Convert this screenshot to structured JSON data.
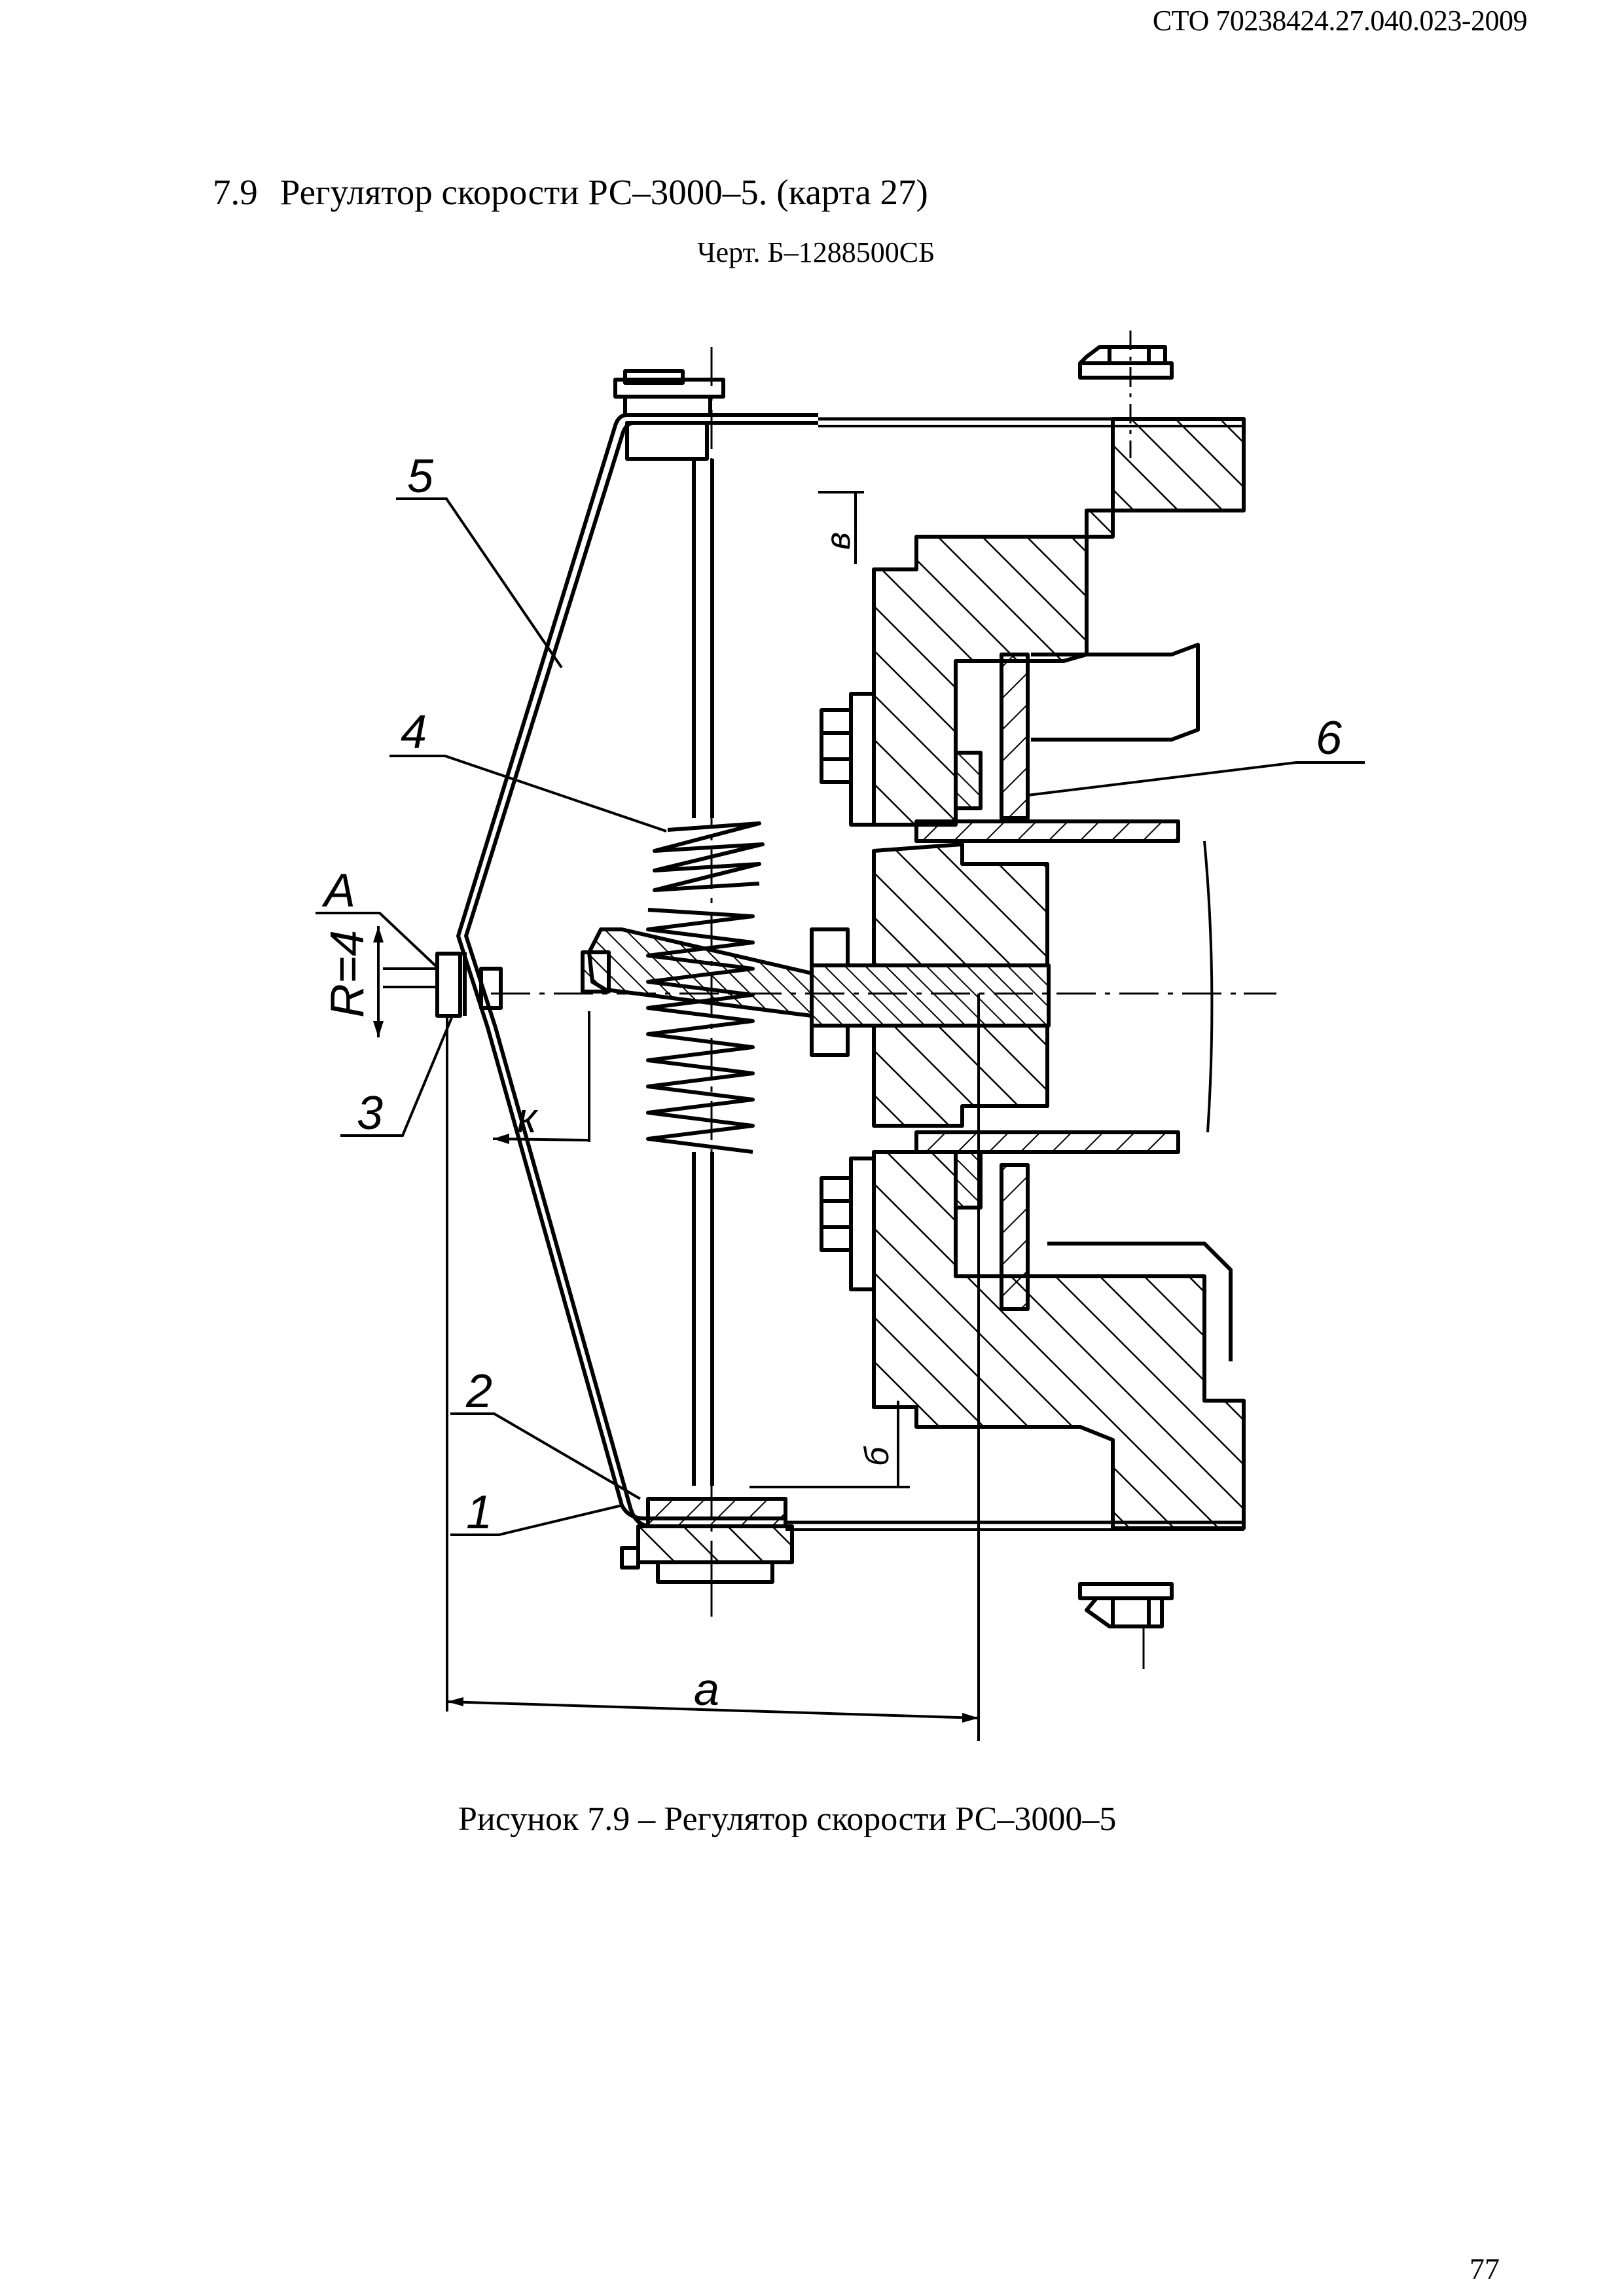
{
  "header": {
    "doc_code": "СТО 70238424.27.040.023-2009"
  },
  "section": {
    "number": "7.9",
    "title": "Регулятор скорости РС–3000–5. (карта 27)",
    "drawing_ref": "Черт. Б–1288500СБ"
  },
  "figure": {
    "callouts": {
      "c1": "1",
      "c2": "2",
      "c3": "3",
      "c4": "4",
      "c5": "5",
      "c6": "6",
      "cA": "A"
    },
    "dimensions": {
      "radius": "R=4",
      "k": "к",
      "a": "а",
      "b_top": "в",
      "b_bottom": "б"
    },
    "caption": "Рисунок 7.9 – Регулятор скорости РС–3000–5"
  },
  "footer": {
    "page_number": "77"
  }
}
